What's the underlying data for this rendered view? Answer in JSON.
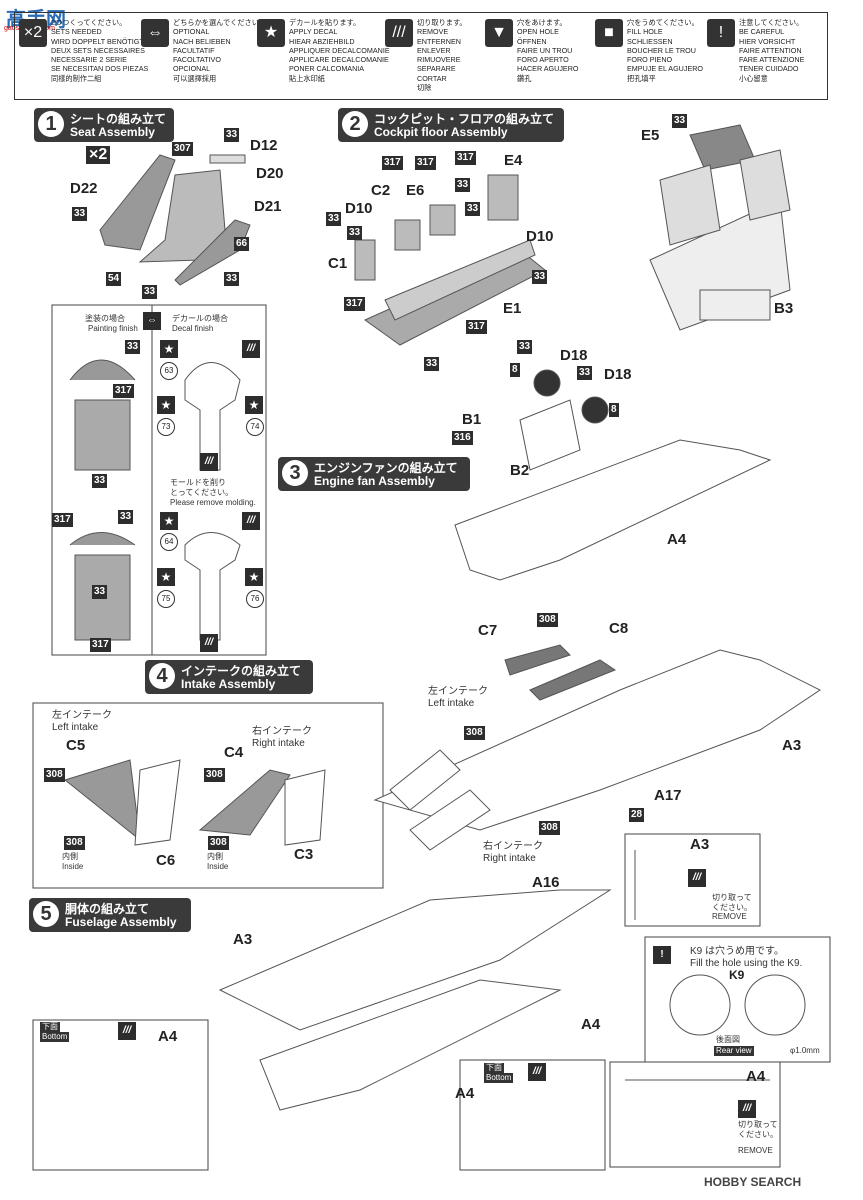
{
  "brand": {
    "logo_text": "高手网",
    "logo_sub": "gaoshouwu.com"
  },
  "legend": [
    {
      "icon": "×2",
      "icon_name": "x2-icon",
      "lines": [
        "2つつくってください。",
        "SETS NEEDED",
        "WIRD DOPPELT BENÖTIGT",
        "DEUX SETS NECESSAIRES",
        "NECESSARIE 2 SERIE",
        "SE NECESITAN DOS PIEZAS",
        "同樣的制作二組"
      ]
    },
    {
      "icon": "⇔",
      "icon_name": "choose-icon",
      "lines": [
        "どちらかを選んでください。",
        "OPTIONAL",
        "NACH BELIEBEN",
        "FACULTATIF",
        "FACOLTATIVO",
        "OPCIONAL",
        "可以選擇採用"
      ]
    },
    {
      "icon": "★",
      "icon_name": "decal-icon",
      "lines": [
        "デカールを貼ります。",
        "APPLY DECAL",
        "HIEAR ABZIEHBILD",
        "APPLIQUER DECALCOMANIE",
        "APPLICARE DECALCOMANIE",
        "PONER CALCOMANIA",
        "貼上水印紙"
      ]
    },
    {
      "icon": "///",
      "icon_name": "remove-icon",
      "lines": [
        "切り取ります。",
        "REMOVE",
        "ENTFERNEN",
        "ENLEVER",
        "RIMUOVERE",
        "SEPARARE",
        "CORTAR",
        "切除"
      ]
    },
    {
      "icon": "▼",
      "icon_name": "open-hole-icon",
      "lines": [
        "穴をあけます。",
        "OPEN HOLE",
        "ÖFFNEN",
        "FAIRE UN TROU",
        "FORO APERTO",
        "HACER AGUJERO",
        "鑽孔"
      ]
    },
    {
      "icon": "■",
      "icon_name": "fill-hole-icon",
      "lines": [
        "穴をうめてください。",
        "FILL HOLE",
        "SCHLIESSEN",
        "BOUCHER LE TROU",
        "FORO PIENO",
        "EMPUJE EL AGUJERO",
        "把孔填平"
      ]
    },
    {
      "icon": "!",
      "icon_name": "caution-icon",
      "lines": [
        "注意してください。",
        "BE CAREFUL",
        "HIER VORSICHT",
        "FAIRE ATTENTION",
        "FARE ATTENZIONE",
        "TENER CUIDADO",
        "小心留意"
      ]
    }
  ],
  "steps": {
    "s1": {
      "num": "1",
      "jp": "シートの組み立て",
      "en": "Seat Assembly"
    },
    "s2": {
      "num": "2",
      "jp": "コックピット・フロアの組み立て",
      "en": "Cockpit floor Assembly"
    },
    "s3": {
      "num": "3",
      "jp": "エンジンファンの組み立て",
      "en": "Engine fan Assembly"
    },
    "s4": {
      "num": "4",
      "jp": "インテークの組み立て",
      "en": "Intake Assembly"
    },
    "s5": {
      "num": "5",
      "jp": "胴体の組み立て",
      "en": "Fuselage Assembly"
    }
  },
  "seat": {
    "mult": "×2",
    "parts": [
      "D12",
      "D20",
      "D21",
      "D22"
    ],
    "colors": [
      "33",
      "307",
      "33",
      "66",
      "54",
      "33",
      "33"
    ]
  },
  "finish": {
    "painting_jp": "塗装の場合",
    "painting_en": "Painting finish",
    "decal_jp": "デカールの場合",
    "decal_en": "Decal finish",
    "colors": [
      "33",
      "317",
      "33",
      "317",
      "33",
      "33",
      "317"
    ],
    "decals": [
      "63",
      "73",
      "74",
      "64",
      "75",
      "76"
    ],
    "mold_jp1": "モールドを削り",
    "mold_jp2": "とってください。",
    "mold_en": "Please remove molding."
  },
  "cockpit": {
    "parts": [
      "E4",
      "C2",
      "E6",
      "D10",
      "D10",
      "C1",
      "E1",
      "E5",
      "B3"
    ],
    "colors": [
      "317",
      "317",
      "317",
      "33",
      "33",
      "33",
      "33",
      "33",
      "317",
      "317",
      "33",
      "33",
      "33"
    ]
  },
  "engine": {
    "parts": [
      "D18",
      "D18",
      "B1",
      "B2",
      "A4"
    ],
    "colors": [
      "33",
      "8",
      "33",
      "8",
      "316"
    ]
  },
  "intake": {
    "left_jp": "左インテーク",
    "left_en": "Left intake",
    "right_jp": "右インテーク",
    "right_en": "Right intake",
    "inside_jp": "内側",
    "inside_en": "Inside",
    "parts": [
      "C5",
      "C4",
      "C6",
      "C3",
      "C7",
      "C8",
      "A3",
      "A17"
    ],
    "colors": [
      "308",
      "308",
      "308",
      "308",
      "308",
      "308",
      "308",
      "28"
    ]
  },
  "fuselage": {
    "parts": [
      "A16",
      "A3",
      "A4",
      "A3",
      "A4",
      "A4",
      "A4",
      "K9"
    ],
    "remove_jp": "切り取って ください。",
    "remove_en": "REMOVE",
    "k9_jp": "K9 は穴うめ用です。",
    "k9_en": "Fill the hole using the K9.",
    "rear_jp": "後面図",
    "rear_en": "Rear view",
    "bottom_jp": "下面",
    "bottom_en": "Bottom",
    "drill": "φ1.0mm"
  },
  "footer": {
    "brand": "HOBBY SEARCH"
  }
}
